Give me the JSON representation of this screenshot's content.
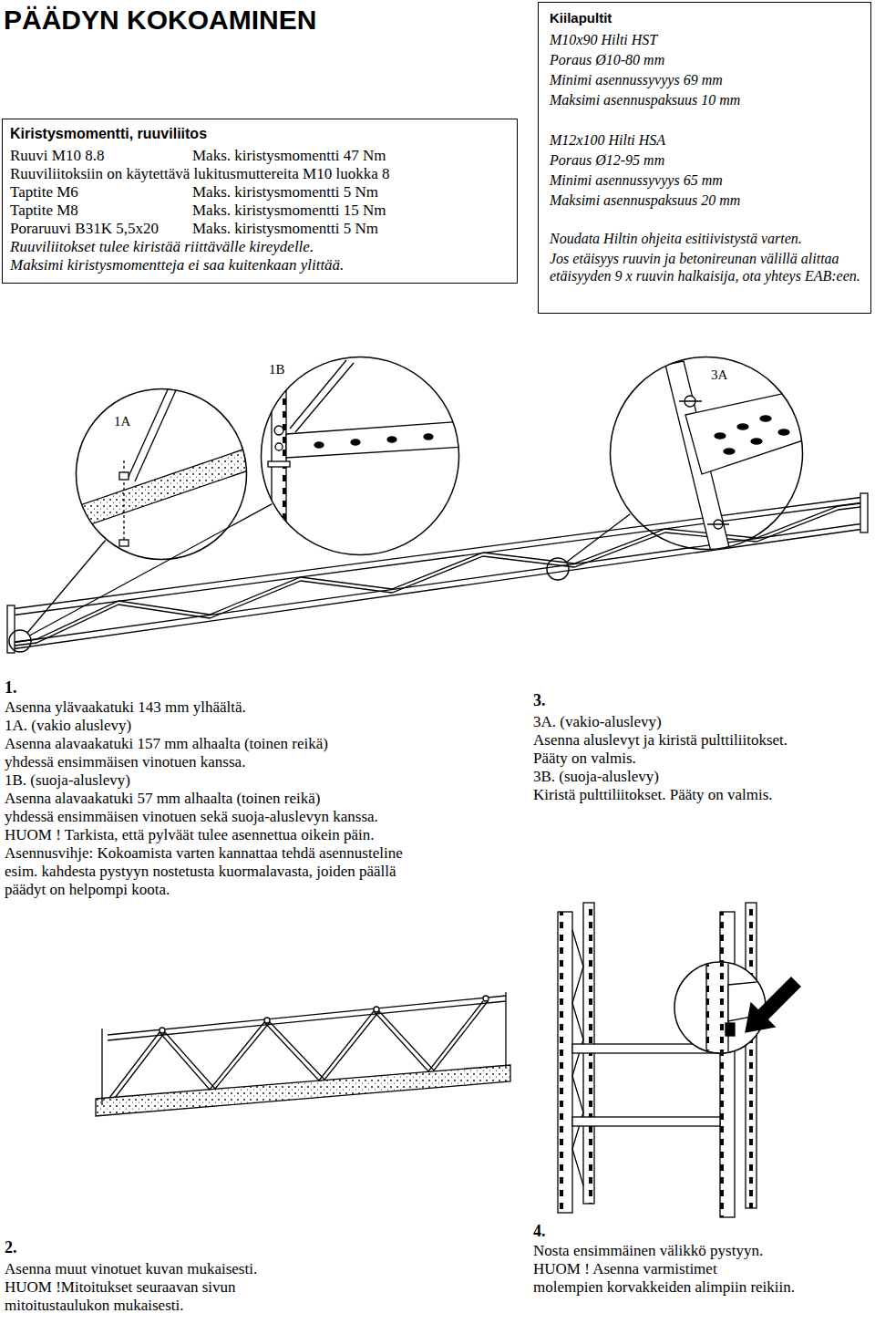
{
  "diagram": {
    "title": "PÄÄDYN KOKOAMINEN",
    "nodes": [
      {
        "text": [
          "Kiristysmomentti, ruuviliitos",
          "Ruuvi M10 8.8",
          "Maks. kiristysmomentti 47 Nm",
          "Ruuviliitoksiin on käytettävä lukitusmuttereita M10 luokka 8",
          "Taptite M6",
          "Maks. kiristysmomentti 5 Nm",
          "Taptite M8",
          "Maks. kiristysmomentti 15 Nm",
          "Poraruuvi B31K 5,5x20",
          "Maks. kiristysmomentti 5 Nm",
          "Ruuviliitokset tulee kiristää riittävälle kireydelle.",
          "Maksimi kiristysmomentteja ei saa kuitenkaan ylittää."
        ]
      },
      {
        "text": [
          "Kiilapultit",
          "M10x90 Hilti HST",
          "Poraus Ø10-80 mm",
          "Minimi asennussyvyys 69 mm",
          "Maksimi asennuspaksuus 10 mm",
          "M12x100 Hilti HSA",
          "Poraus Ø12-95 mm",
          "Minimi asennussyvyys 65 mm",
          "Maksimi asennuspaksuus 20 mm",
          "Noudata Hiltin ohjeita esitiivistystä varten.",
          "Jos etäisyys ruuvin ja betonireunan välillä alittaa etäisyyden 9 x ruuvin halkaisija, ota yhteys EAB:een."
        ]
      },
      {
        "text": [
          "1A"
        ]
      },
      {
        "text": [
          "1B"
        ]
      },
      {
        "text": [
          "3A"
        ]
      }
    ],
    "labels": [
      "1.",
      "Asenna ylävaakatuki 143 mm ylhäältä.",
      "1A. (vakio aluslevy)",
      "Asenna alavaakatuki 157 mm alhaalta (toinen reikä)",
      "yhdessä ensimmäisen vinotuen kanssa.",
      "1B. (suoja-aluslevy)",
      "Asenna alavaakatuki 57 mm alhaalta (toinen reikä)",
      "yhdessä ensimmäisen vinotuen sekä suoja-aluslevyn kanssa.",
      "HUOM ! Tarkista, että pylväät tulee asennettua oikein päin.",
      "Asennusvihje: Kokoamista varten kannattaa tehdä asennusteline",
      "esim. kahdesta pystyyn nostetusta kuormalavasta, joiden päällä",
      "päädyt on helpompi koota.",
      "3.",
      "3A. (vakio-aluslevy)",
      "Asenna aluslevyt ja kiristä pulttiliitokset.",
      "Pääty on valmis.",
      "3B. (suoja-aluslevy)",
      "Kiristä pulttiliitokset. Pääty on valmis.",
      "2.",
      "Asenna muut vinotuet kuvan mukaisesti.",
      "HUOM !Mitoitukset seuraavan sivun",
      "mitoitustaulukon mukaisesti.",
      "4.",
      "Nosta ensimmäinen välikkö pystyyn.",
      "HUOM ! Asenna varmistimet",
      "molempien korvakkeiden alimpiin reikiin."
    ]
  }
}
